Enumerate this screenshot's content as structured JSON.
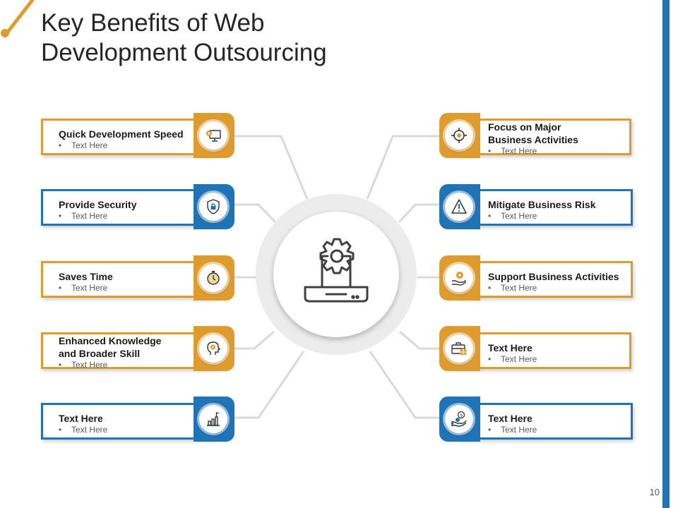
{
  "title": {
    "line1": "Key Benefits of Web",
    "line2": "Development Outsourcing"
  },
  "page_number": "10",
  "colors": {
    "orange": "#e09b2d",
    "blue": "#1f74b8",
    "connector": "#d9d9d9"
  },
  "hub": {
    "icon": "laptop-gear-icon"
  },
  "left_items": [
    {
      "label": "Quick Development Speed",
      "bullet": "Text Here",
      "color": "orange",
      "icon": "computer-gear-icon"
    },
    {
      "label": "Provide Security",
      "bullet": "Text Here",
      "color": "blue",
      "icon": "shield-lock-icon"
    },
    {
      "label": "Saves Time",
      "bullet": "Text Here",
      "color": "orange",
      "icon": "stopwatch-icon"
    },
    {
      "label_line1": "Enhanced Knowledge",
      "label_line2": "and Broader Skill",
      "bullet": "Text Here",
      "color": "orange",
      "icon": "head-gear-icon"
    },
    {
      "label": "Text Here",
      "bullet": "Text Here",
      "color": "blue",
      "icon": "growth-flag-icon"
    }
  ],
  "right_items": [
    {
      "label_line1": "Focus on Major",
      "label_line2": "Business Activities",
      "bullet": "Text Here",
      "color": "orange",
      "icon": "target-icon"
    },
    {
      "label": "Mitigate Business Risk",
      "bullet": "Text Here",
      "color": "blue",
      "icon": "warning-icon"
    },
    {
      "label": "Support Business Activities",
      "bullet": "Text Here",
      "color": "orange",
      "icon": "hand-gear-icon"
    },
    {
      "label": "Text Here",
      "bullet": "Text Here",
      "color": "orange",
      "icon": "briefcase-globe-icon"
    },
    {
      "label": "Text Here",
      "bullet": "Text Here",
      "color": "blue",
      "icon": "hand-coin-icon"
    }
  ]
}
